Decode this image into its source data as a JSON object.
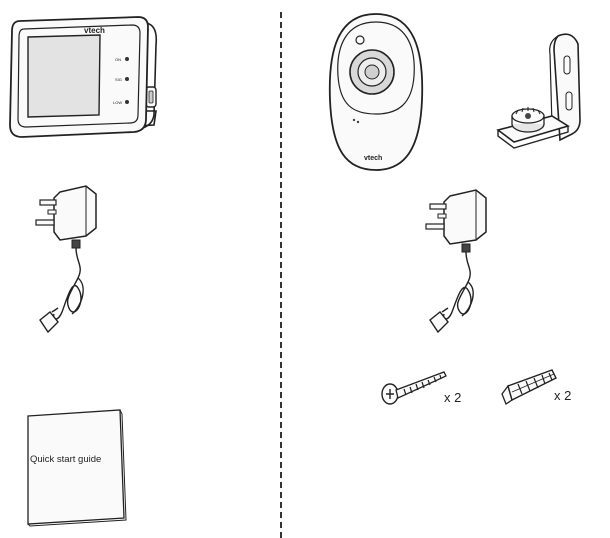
{
  "parent_unit": {
    "brand": "vtech",
    "indicators": [
      "ON",
      "SIG",
      "LOW"
    ]
  },
  "camera": {
    "brand": "vtech"
  },
  "screws": {
    "quantity_label": "x 2"
  },
  "wall_anchors": {
    "quantity_label": "x 2"
  },
  "quick_start_guide": {
    "title": "Quick start  guide"
  },
  "colors": {
    "line": "#222222",
    "screen_fill": "#e3e3e3",
    "body_fill": "#fafafa"
  }
}
